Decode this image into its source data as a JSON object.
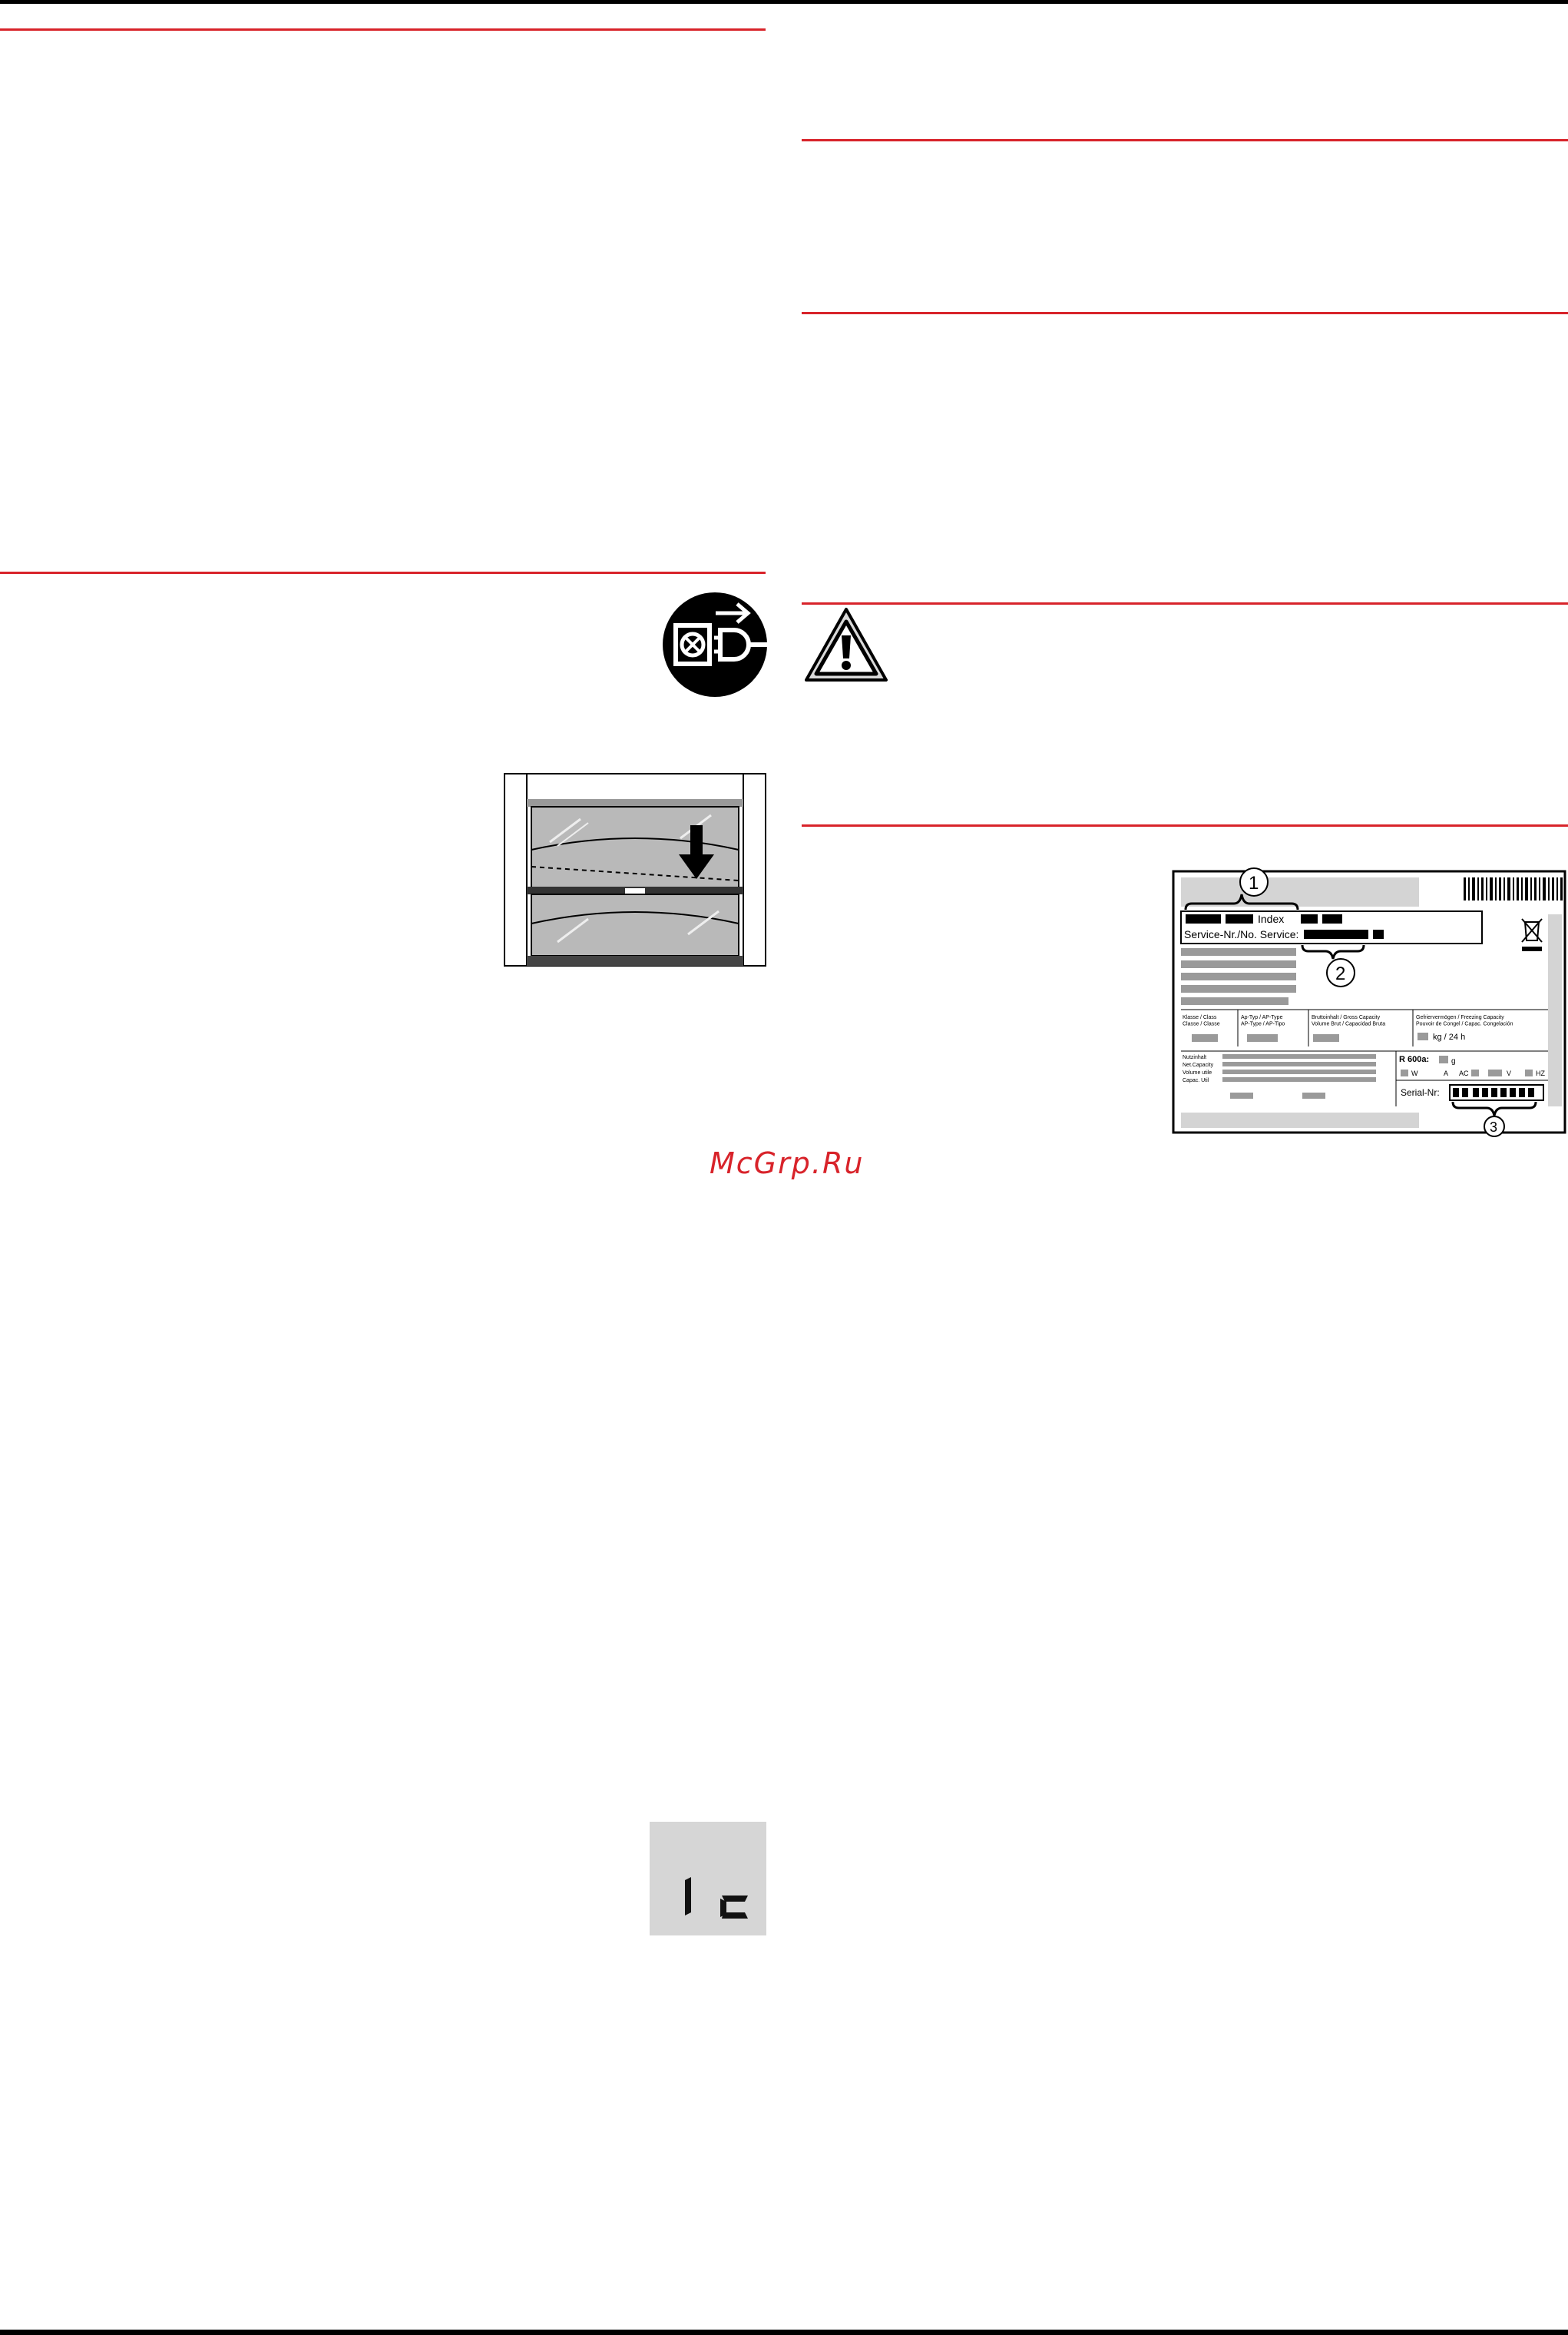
{
  "watermark": "McGrp.Ru",
  "display": {
    "code": "1c"
  },
  "rating_plate": {
    "index_label": "Index",
    "service_label": "Service-Nr./No. Service:",
    "callouts": [
      "1",
      "2",
      "3"
    ],
    "class_label": "Klasse / Class\nClasse / Classe",
    "type_label": "Ap-Typ / AP-Type\nAP-Type / AP-Tipo",
    "capacity_label": "Bruttoinhalt / Gross Capacity\nVolume Brut / Capacidad Bruta",
    "freeze_label": "Gefriervermögen / Freezing Capacity\nPouvoir de Congel / Capac. Congelación",
    "freeze_unit": "kg / 24 h",
    "net_rows": [
      "Nutzinhalt",
      "Net.Capacity",
      "Volume utile",
      "Capac. Util"
    ],
    "gas_label": "R 600a:",
    "gas_unit": "g",
    "power_units": [
      "W",
      "A",
      "AC",
      "V",
      "HZ"
    ],
    "serial_label": "Serial-Nr:"
  },
  "colors": {
    "accent_red": "#d8232a",
    "plate_gray": "#d4d4d4",
    "display_bg": "#d6d6d6"
  }
}
